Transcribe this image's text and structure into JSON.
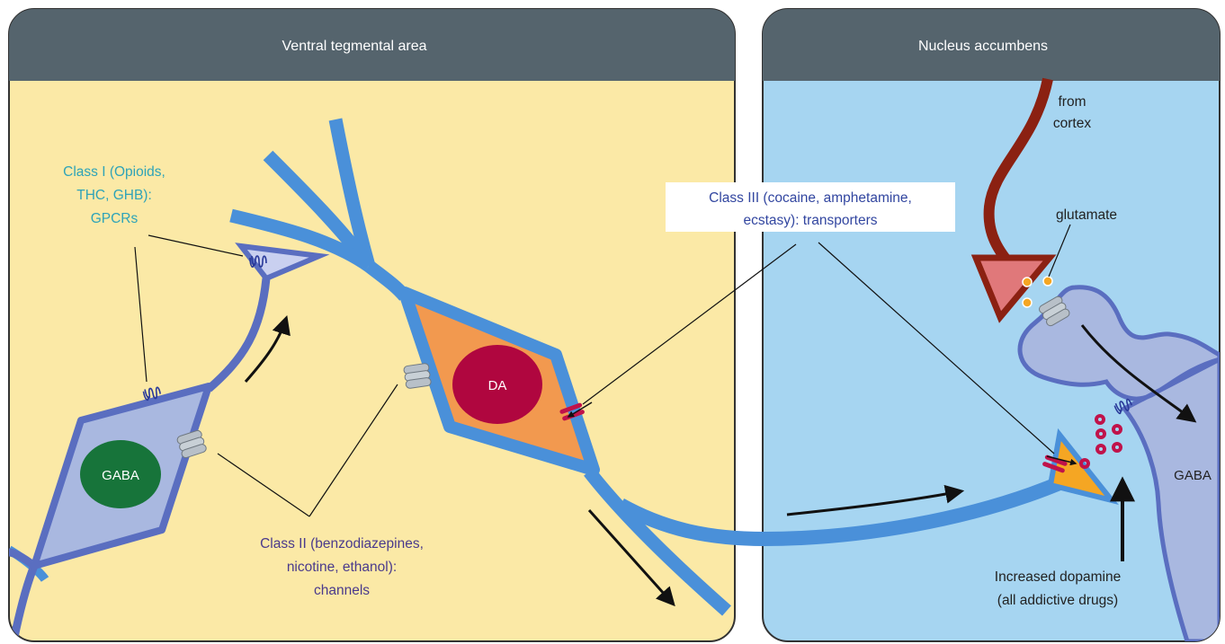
{
  "panels": {
    "left_title": "Ventral tegmental  area",
    "right_title": "Nucleus accumbens"
  },
  "cells": {
    "gaba_left": "GABA",
    "da": "DA",
    "gaba_right": "GABA"
  },
  "labels": {
    "class1": [
      "Class I (Opioids,",
      "THC, GHB):",
      "GPCRs"
    ],
    "class2": [
      "Class II (benzodiazepines,",
      "nicotine, ethanol):",
      "channels"
    ],
    "class3": [
      "Class III (cocaine, amphetamine,",
      "ecstasy): transporters"
    ],
    "from_cortex": [
      "from",
      "cortex"
    ],
    "glutamate": "glutamate",
    "increased_dopamine": [
      "Increased dopamine",
      "(all addictive drugs)"
    ]
  },
  "colors": {
    "vta_bg": "#fbe9a6",
    "nac_bg": "#a6d5f1",
    "header": "#55646d",
    "header_text": "#ffffff",
    "axon": "#4a90d9",
    "gaba_cell": "#a9b8e0",
    "gaba_outline": "#5a6ec0",
    "gaba_nucleus": "#17743a",
    "da_cell": "#f2994f",
    "da_nucleus": "#b0063f",
    "cortex_axon": "#8b2112",
    "glutamate_terminal": "#e0787a",
    "glutamate_dot": "#f5a623",
    "dopamine_dot": "#c0124a",
    "class1_text": "#2ea3b8",
    "class2_text": "#4a3a8c",
    "class3_text": "#3246a0",
    "label_text": "#222222"
  },
  "icons": [
    "gpcr-receptor-icon",
    "ion-channel-icon",
    "transporter-icon",
    "arrow-icon"
  ]
}
